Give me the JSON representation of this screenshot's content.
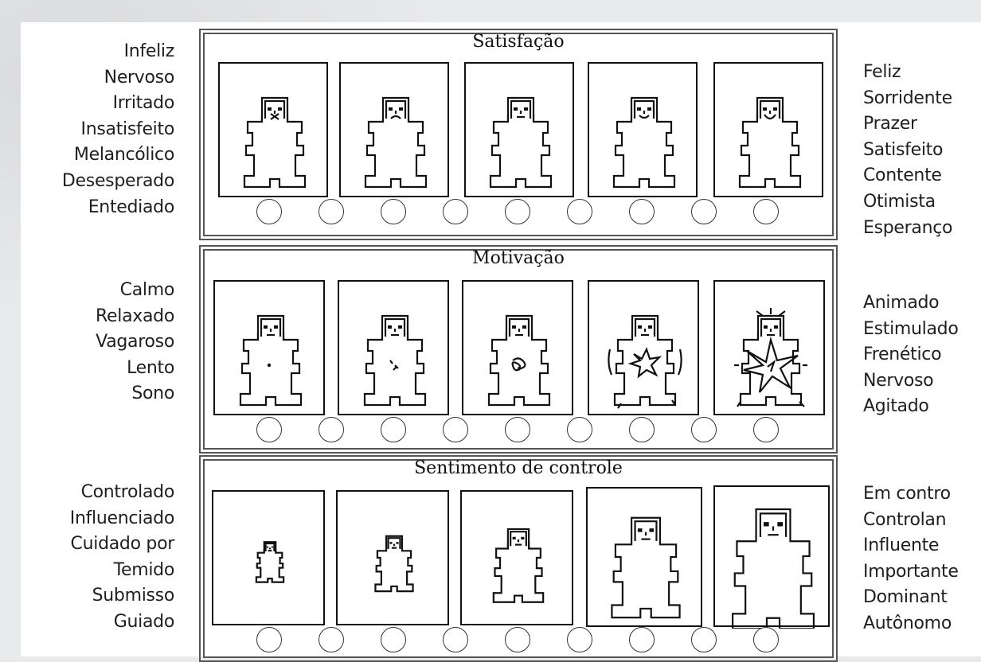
{
  "scale": {
    "satisfaction": {
      "title": "Satisfação",
      "left_words": [
        "Infeliz",
        "Nervoso",
        "Irritado",
        "Insatisfeito",
        "Melancólico",
        "Desesperado",
        "Entediado"
      ],
      "right_words": [
        "Feliz",
        "Sorridente",
        "Prazer",
        "Satisfeito",
        "Contente",
        "Otimista",
        "Esperanço"
      ],
      "figure_icons": [
        "very-unhappy-figure-icon",
        "unhappy-figure-icon",
        "neutral-figure-icon",
        "content-figure-icon",
        "happy-figure-icon"
      ]
    },
    "motivation": {
      "title": "Motivação",
      "left_words": [
        "Calmo",
        "Relaxado",
        "Vagaroso",
        "Lento",
        "Sono"
      ],
      "right_words": [
        "Animado",
        "Estimulado",
        "Frenético",
        "Nervoso",
        "Agitado"
      ],
      "figure_icons": [
        "very-calm-figure-icon",
        "calm-figure-icon",
        "neutral-arousal-figure-icon",
        "excited-figure-icon",
        "very-excited-figure-icon"
      ]
    },
    "control": {
      "title": "Sentimento de controle",
      "left_words": [
        "Controlado",
        "Influenciado",
        "Cuidado por",
        "Temido",
        "Submisso",
        "Guiado"
      ],
      "right_words": [
        "Em contro",
        "Controlan",
        "Influente",
        "Importante",
        "Dominant",
        "Autônomo"
      ],
      "figure_icons": [
        "smallest-figure-icon",
        "small-figure-icon",
        "medium-figure-icon",
        "large-figure-icon",
        "largest-figure-icon"
      ]
    }
  },
  "response_options_per_row": 9
}
